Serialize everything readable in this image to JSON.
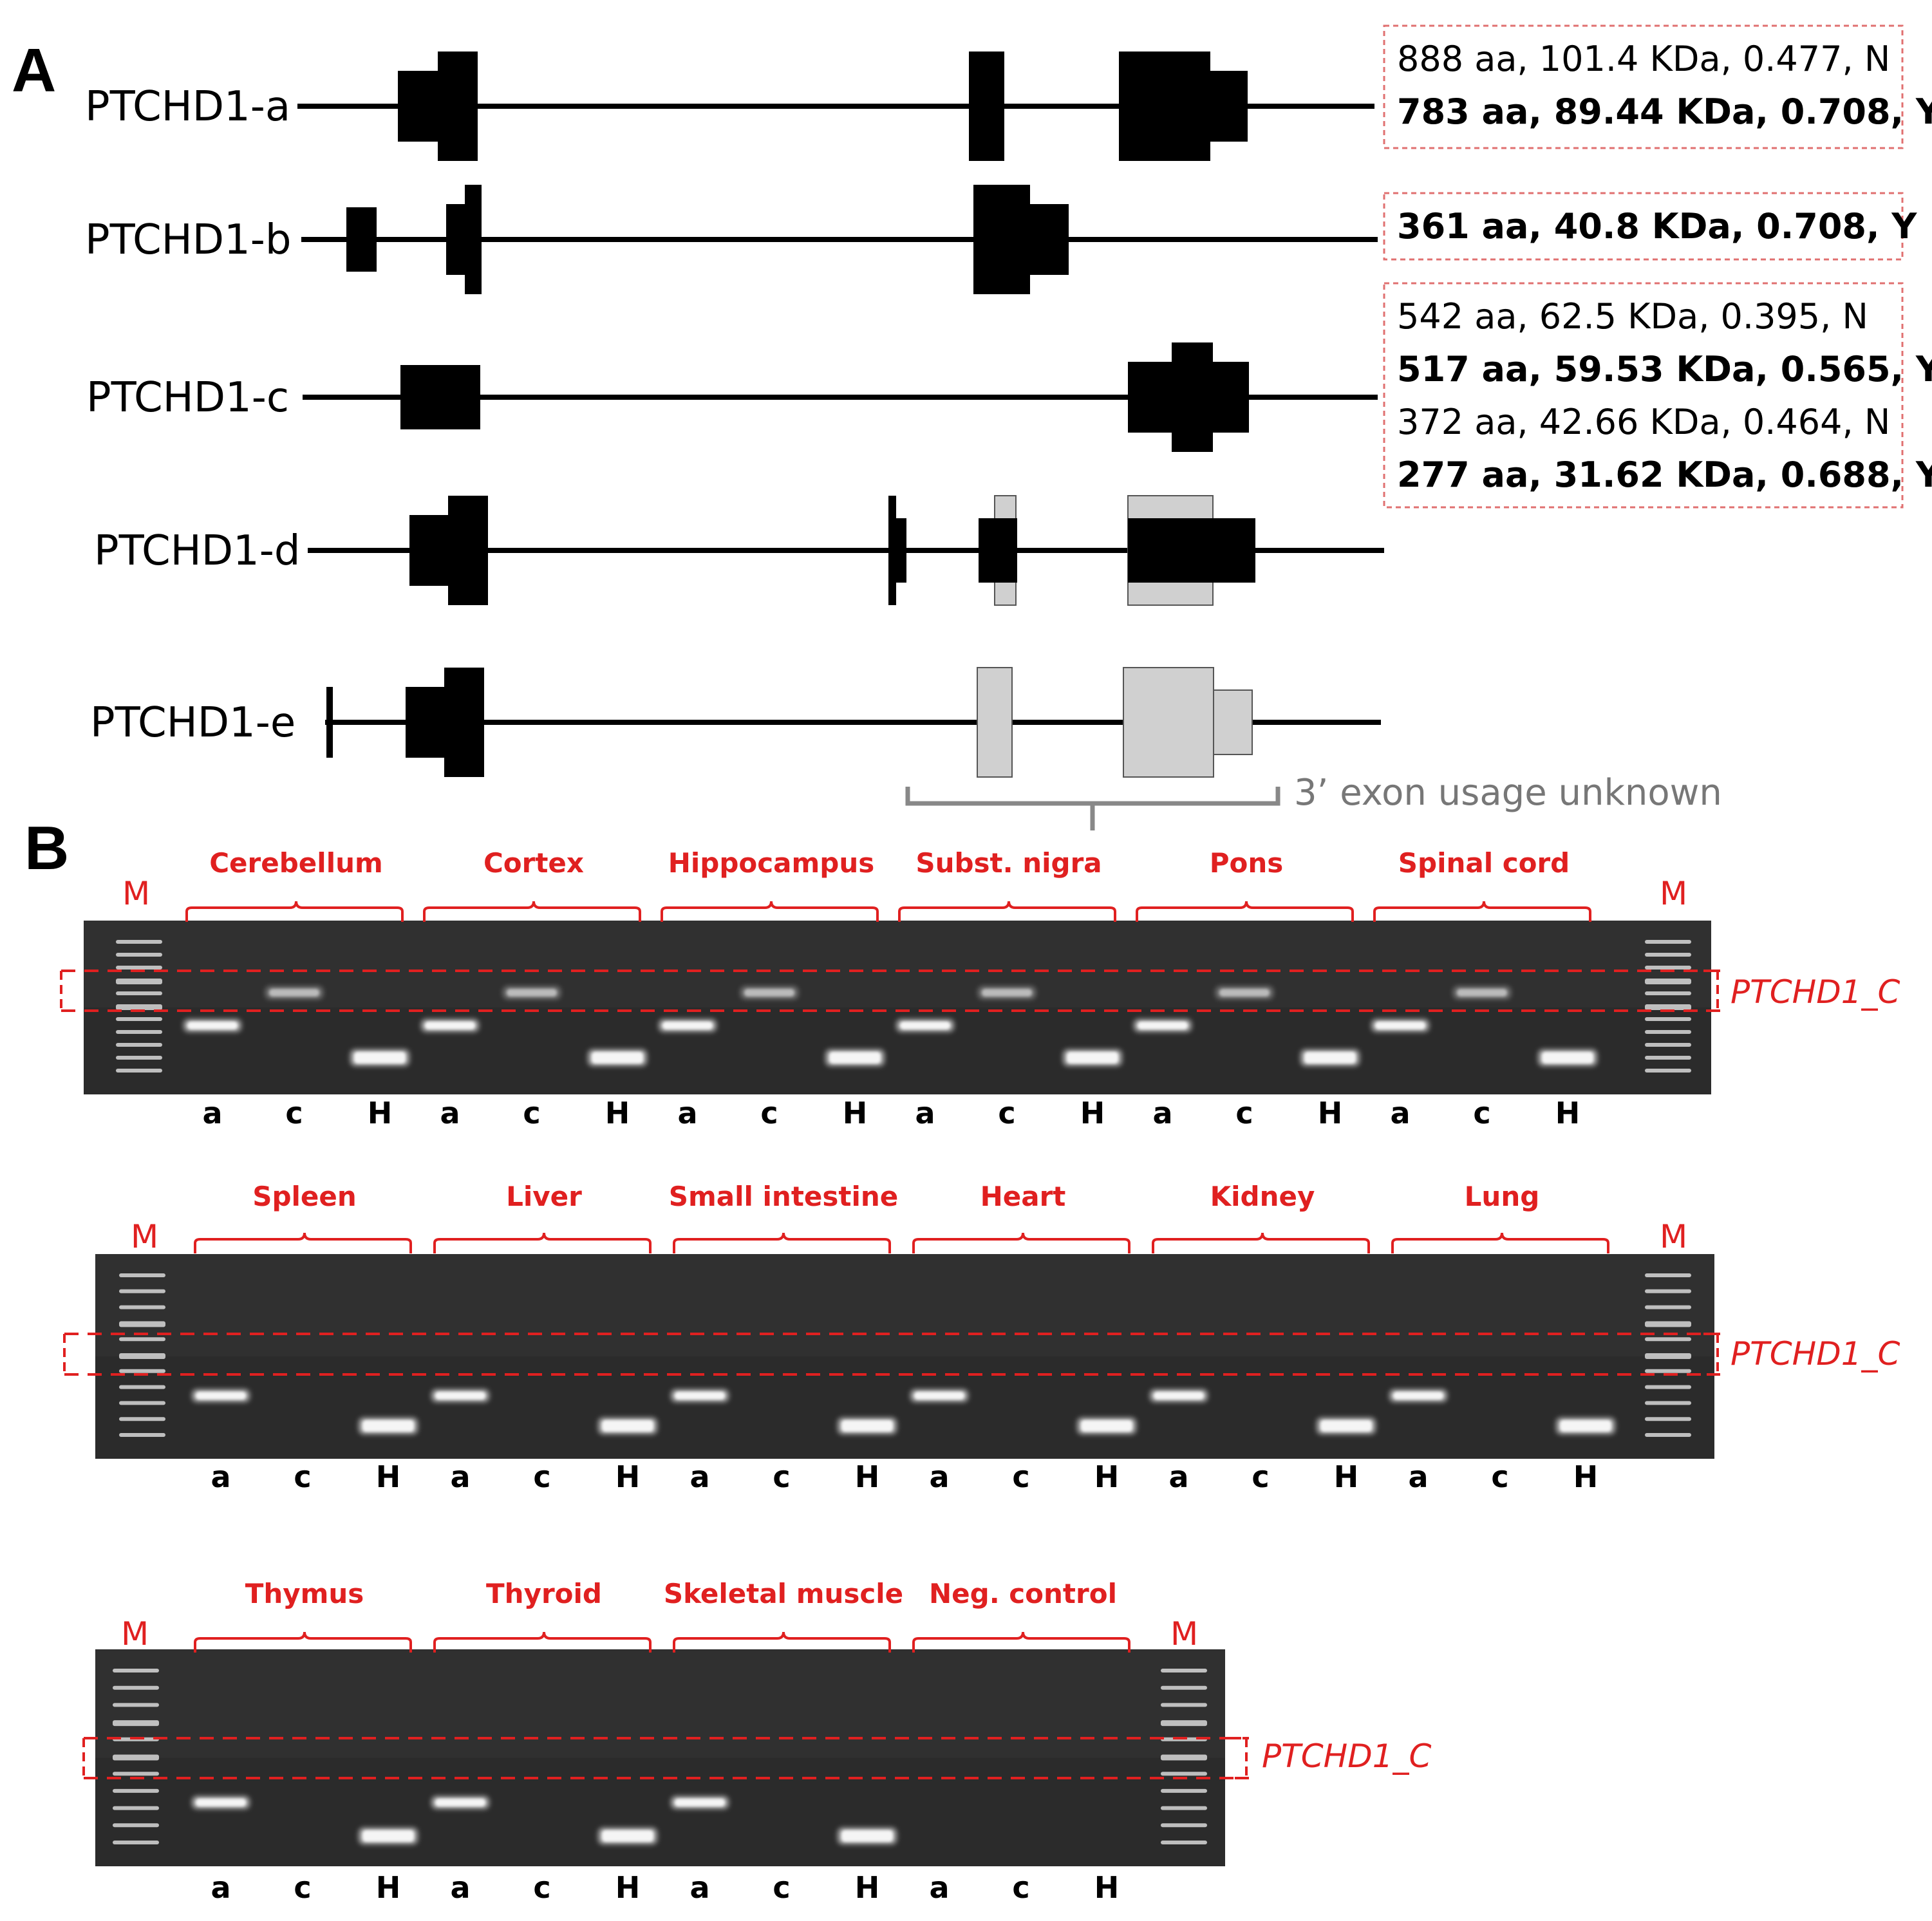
{
  "panels": {
    "a": "A",
    "b": "B"
  },
  "isoforms": [
    {
      "name": "PTCHD1-a"
    },
    {
      "name": "PTCHD1-b"
    },
    {
      "name": "PTCHD1-c"
    },
    {
      "name": "PTCHD1-d"
    },
    {
      "name": "PTCHD1-e"
    }
  ],
  "protein_boxes": [
    {
      "lines": [
        {
          "text": "888 aa, 101.4 KDa, 0.477, N",
          "bold": false
        },
        {
          "text": "783 aa, 89.44 KDa, 0.708, Y",
          "bold": true
        }
      ]
    },
    {
      "lines": [
        {
          "text": "361 aa, 40.8 KDa, 0.708, Y",
          "bold": true
        }
      ]
    },
    {
      "lines": [
        {
          "text": "542 aa, 62.5 KDa, 0.395, N",
          "bold": false
        },
        {
          "text": "517 aa, 59.53 KDa, 0.565, Y",
          "bold": true
        },
        {
          "text": "372 aa, 42.66 KDa, 0.464, N",
          "bold": false
        },
        {
          "text": "277 aa, 31.62 KDa, 0.688, Y",
          "bold": true
        }
      ]
    }
  ],
  "note_3prime": "3’ exon usage unknown",
  "gels": [
    {
      "tissues": [
        "Cerebellum",
        "Cortex",
        "Hippocampus",
        "Subst. nigra",
        "Pons",
        "Spinal cord"
      ]
    },
    {
      "tissues": [
        "Spleen",
        "Liver",
        "Small intestine",
        "Heart",
        "Kidney",
        "Lung"
      ]
    },
    {
      "tissues": [
        "Thymus",
        "Thyroid",
        "Skeletal muscle",
        "Neg. control"
      ]
    }
  ],
  "marker_label": "M",
  "lane_labels": [
    "a",
    "c",
    "H"
  ],
  "band_label": "PTCHD1_C",
  "colors": {
    "annotation": "#e02020",
    "gel": "#2b2b2b",
    "alt_exon": "#d0d0d0",
    "note": "#777777"
  }
}
